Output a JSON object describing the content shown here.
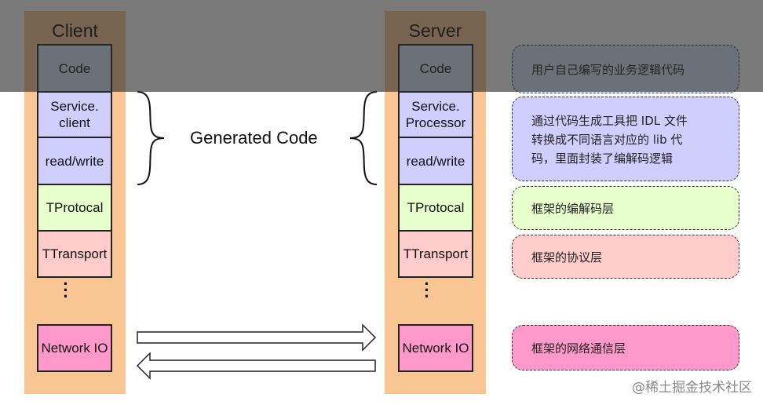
{
  "client": {
    "title": "Client",
    "layers": [
      "Code",
      "Service.\nclient",
      "read/write",
      "TProtocal",
      "TTransport",
      "Network IO"
    ]
  },
  "server": {
    "title": "Server",
    "layers": [
      "Code",
      "Service.\nProcessor",
      "read/write",
      "TProtocal",
      "TTransport",
      "Network IO"
    ]
  },
  "generated_code_label": "Generated Code",
  "notes": [
    "用户自己编写的业务逻辑代码",
    "通过代码生成工具把 IDL 文件\n转换成不同语言对应的 lib 代\n码，里面封装了编解码逻辑",
    "框架的编解码层",
    "框架的协议层",
    "框架的网络通信层"
  ],
  "watermark": "@稀土掘金技术社区",
  "colors": {
    "column_bg": "#f9c693",
    "code": "#dae8fc",
    "service": "#d0cefd",
    "protocol": "#e6ffcc",
    "transport": "#ffcccc",
    "network": "#ff99cc",
    "top_overlay": "#282828"
  }
}
